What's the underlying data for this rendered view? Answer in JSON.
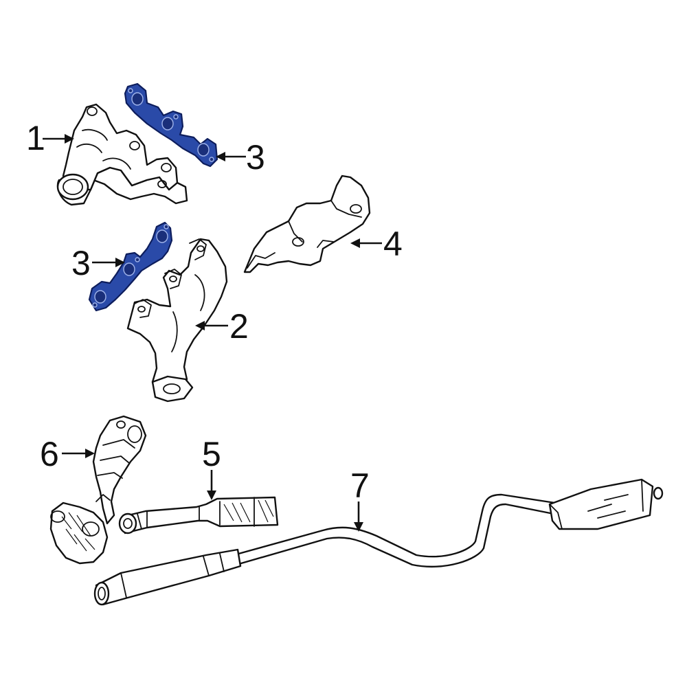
{
  "callouts": [
    {
      "id": "callout-1",
      "label": "1"
    },
    {
      "id": "callout-2",
      "label": "2"
    },
    {
      "id": "callout-3-upper",
      "label": "3"
    },
    {
      "id": "callout-3-lower",
      "label": "3"
    },
    {
      "id": "callout-4",
      "label": "4"
    },
    {
      "id": "callout-5",
      "label": "5"
    },
    {
      "id": "callout-6",
      "label": "6"
    },
    {
      "id": "callout-7",
      "label": "7"
    }
  ],
  "colors": {
    "highlight": "#2a4aa8",
    "line": "#111111",
    "background": "#ffffff"
  }
}
